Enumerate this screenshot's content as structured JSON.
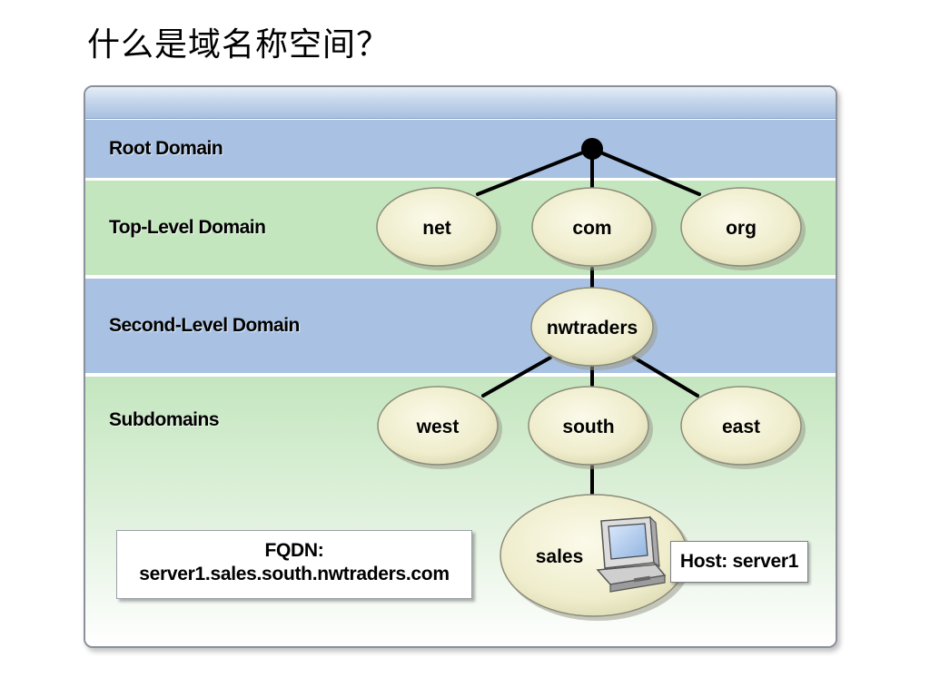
{
  "slide": {
    "title": "什么是域名称空间？"
  },
  "levels": {
    "root": "Root Domain",
    "top": "Top-Level Domain",
    "second": "Second-Level Domain",
    "sub": "Subdomains"
  },
  "nodes": {
    "net": "net",
    "com": "com",
    "org": "org",
    "nwtraders": "nwtraders",
    "west": "west",
    "south": "south",
    "east": "east",
    "sales": "sales"
  },
  "fqdn": {
    "label": "FQDN:",
    "value": "server1.sales.south.nwtraders.com"
  },
  "host": {
    "label": "Host: server1",
    "icon": "computer-icon"
  },
  "colors": {
    "blue_band": "#a9c2e4",
    "green_band": "#c4e6bf",
    "node_fill": "#f3f1d8",
    "node_stroke": "#8c8c7a"
  }
}
